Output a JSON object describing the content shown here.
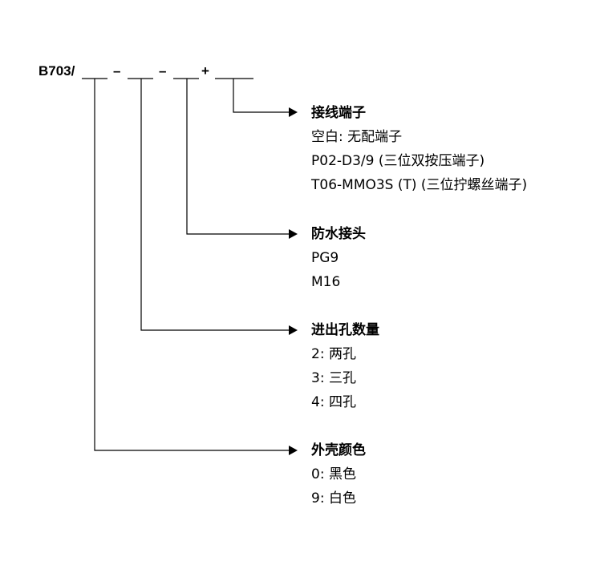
{
  "code": {
    "prefix": "B703/",
    "sep1": "–",
    "sep2": "–",
    "plus": "+"
  },
  "groups": [
    {
      "title": "接线端子",
      "items": [
        "空白: 无配端子",
        "P02-D3/9 (三位双按压端子)",
        "T06-MMO3S (T) (三位拧螺丝端子)"
      ]
    },
    {
      "title": "防水接头",
      "items": [
        "PG9",
        "M16"
      ]
    },
    {
      "title": "进出孔数量",
      "items": [
        "2: 两孔",
        "3: 三孔",
        "4: 四孔"
      ]
    },
    {
      "title": "外壳颜色",
      "items": [
        "0: 黑色",
        "9: 白色"
      ]
    }
  ],
  "colors": {
    "line": "#000000",
    "background": "#ffffff"
  }
}
